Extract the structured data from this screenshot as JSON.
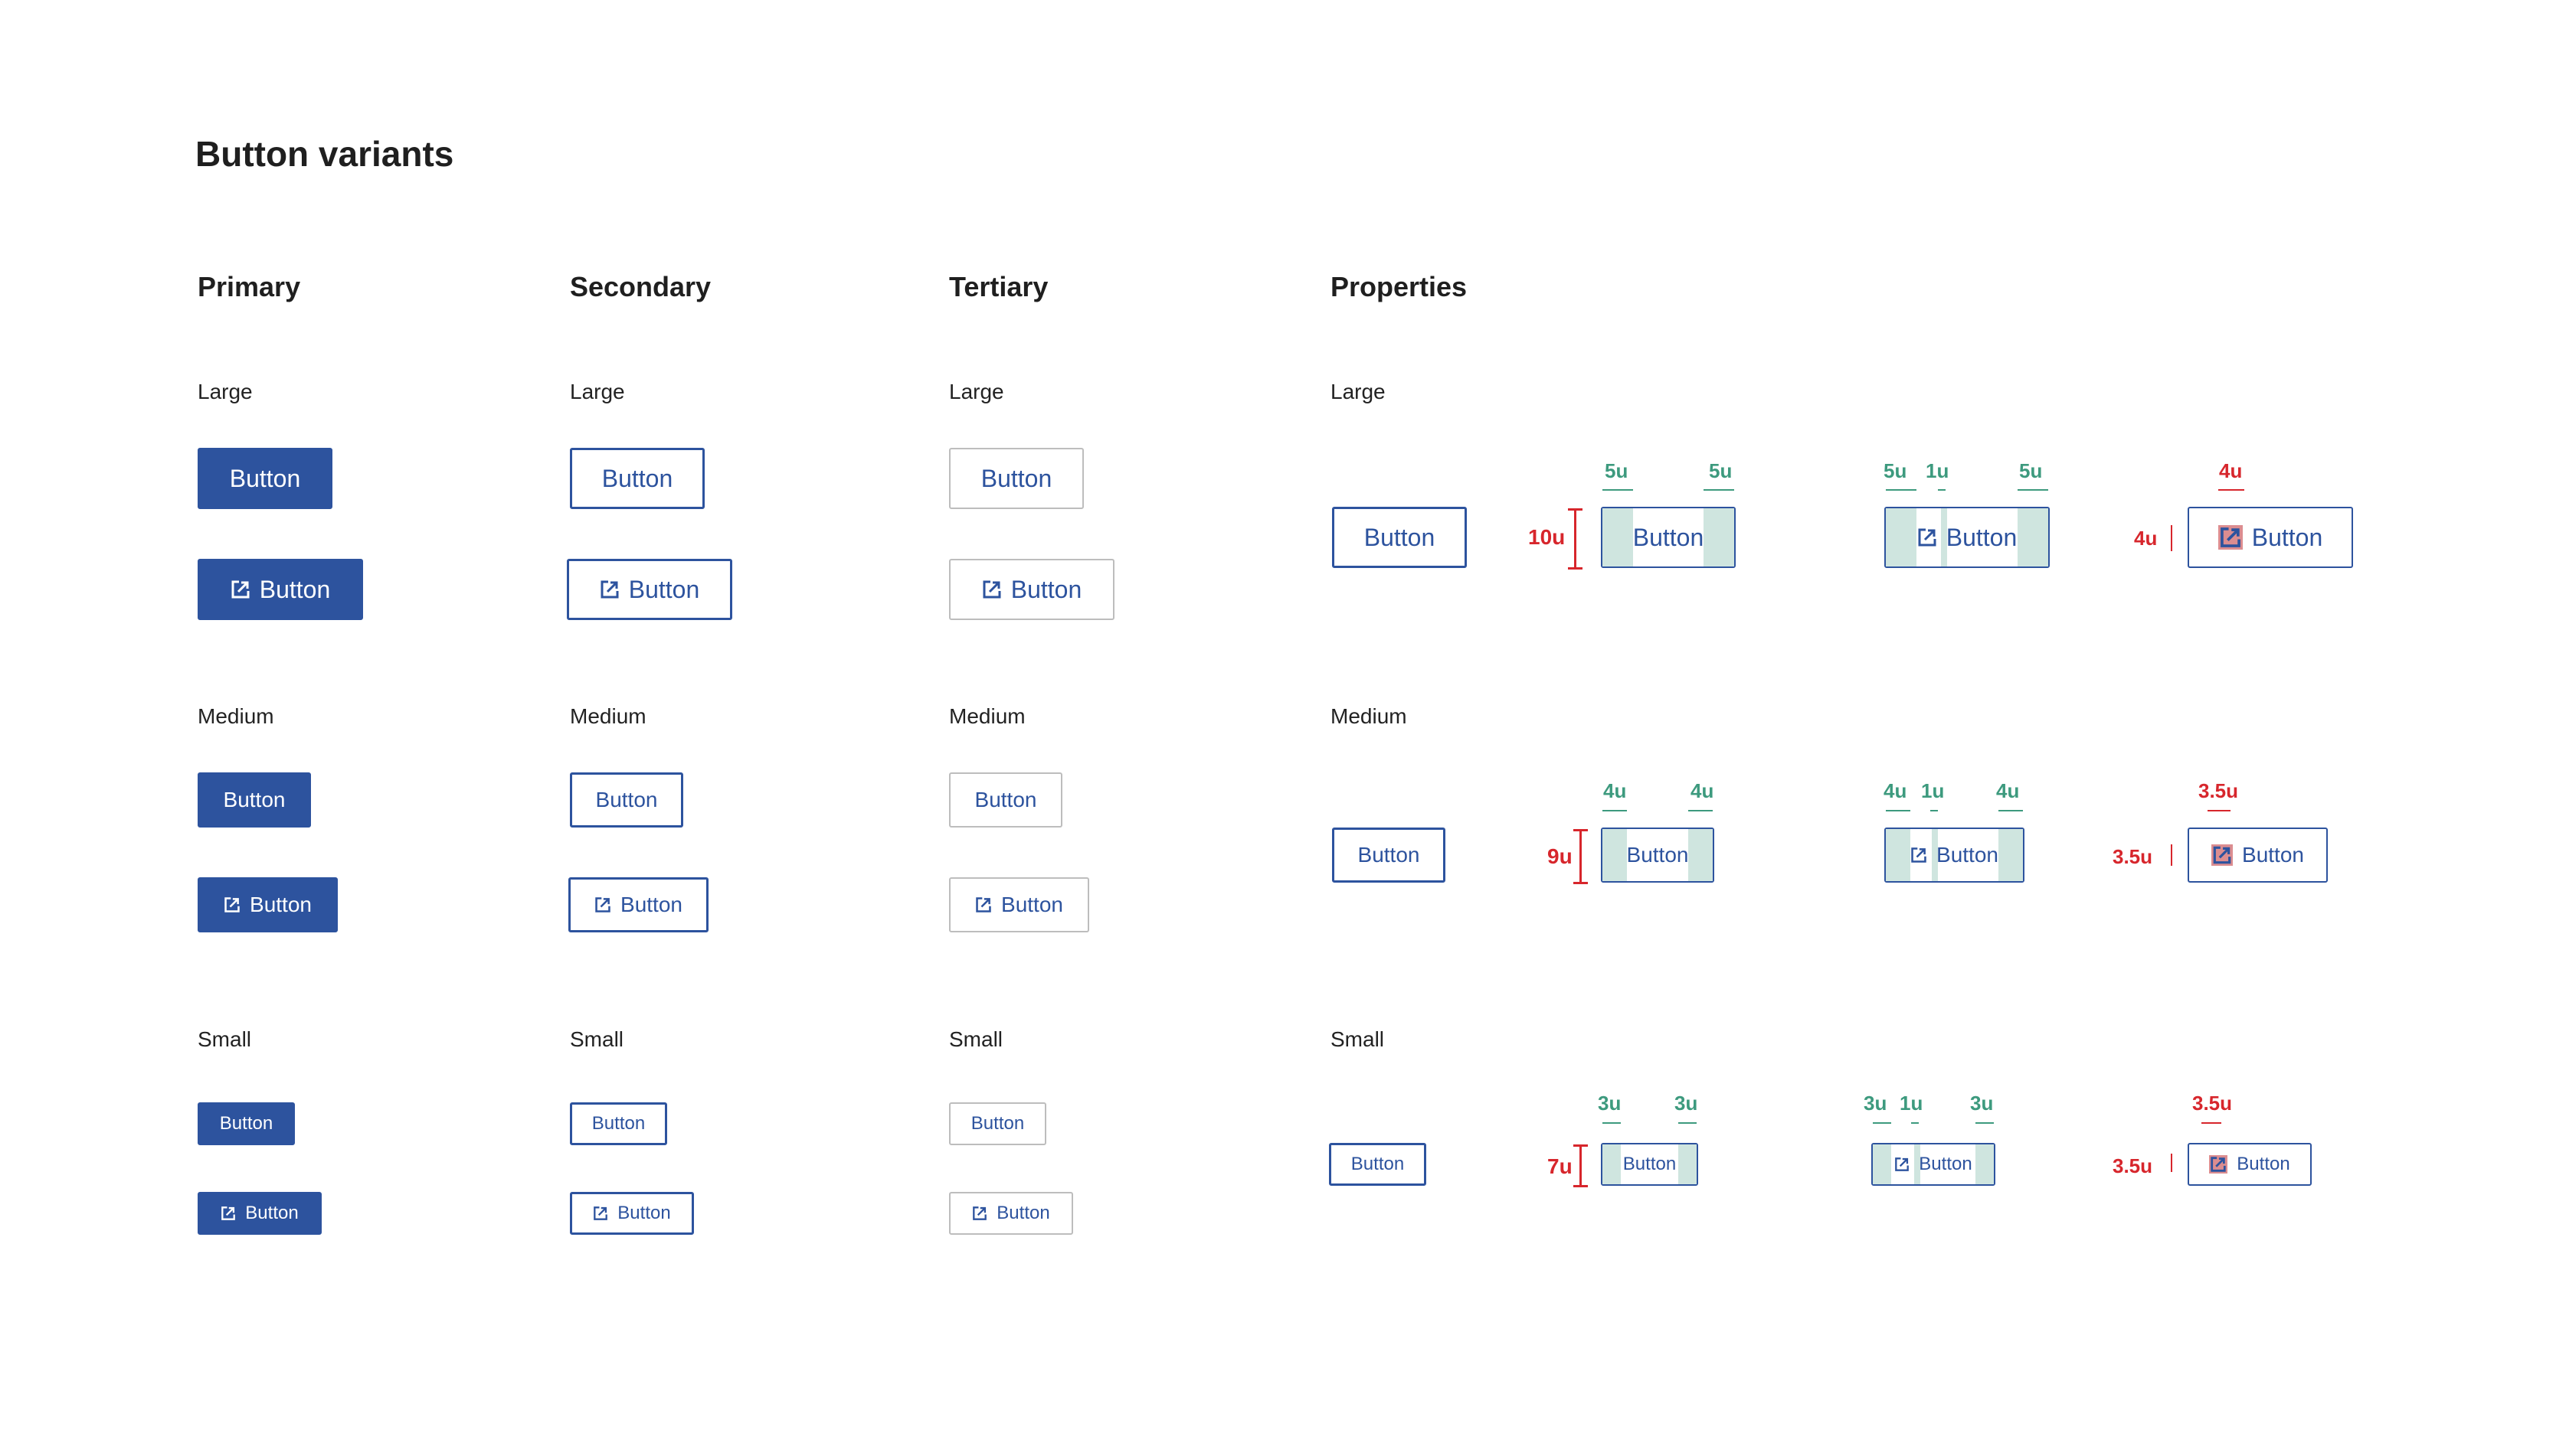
{
  "page_title": "Button variants",
  "columns": {
    "primary": "Primary",
    "secondary": "Secondary",
    "tertiary": "Tertiary",
    "properties": "Properties"
  },
  "sizes": {
    "large": "Large",
    "medium": "Medium",
    "small": "Small"
  },
  "button_label": "Button",
  "icons": {
    "external_link": "external-link-icon"
  },
  "colors": {
    "primary_blue": "#2d539e",
    "tertiary_border": "#bdbdbd",
    "spacing_green": "#3d9a7e",
    "spacing_fill": "#cfe5df",
    "dimension_red": "#d7262c"
  },
  "properties": {
    "large": {
      "height": "10u",
      "padding_left": "5u",
      "padding_right": "5u",
      "icon_padding_left": "5u",
      "icon_gap": "1u",
      "icon_padding_right": "5u",
      "icon_width": "4u",
      "icon_height": "4u"
    },
    "medium": {
      "height": "9u",
      "padding_left": "4u",
      "padding_right": "4u",
      "icon_padding_left": "4u",
      "icon_gap": "1u",
      "icon_padding_right": "4u",
      "icon_width": "3.5u",
      "icon_height": "3.5u"
    },
    "small": {
      "height": "7u",
      "padding_left": "3u",
      "padding_right": "3u",
      "icon_padding_left": "3u",
      "icon_gap": "1u",
      "icon_padding_right": "3u",
      "icon_width": "3.5u",
      "icon_height": "3.5u"
    }
  }
}
